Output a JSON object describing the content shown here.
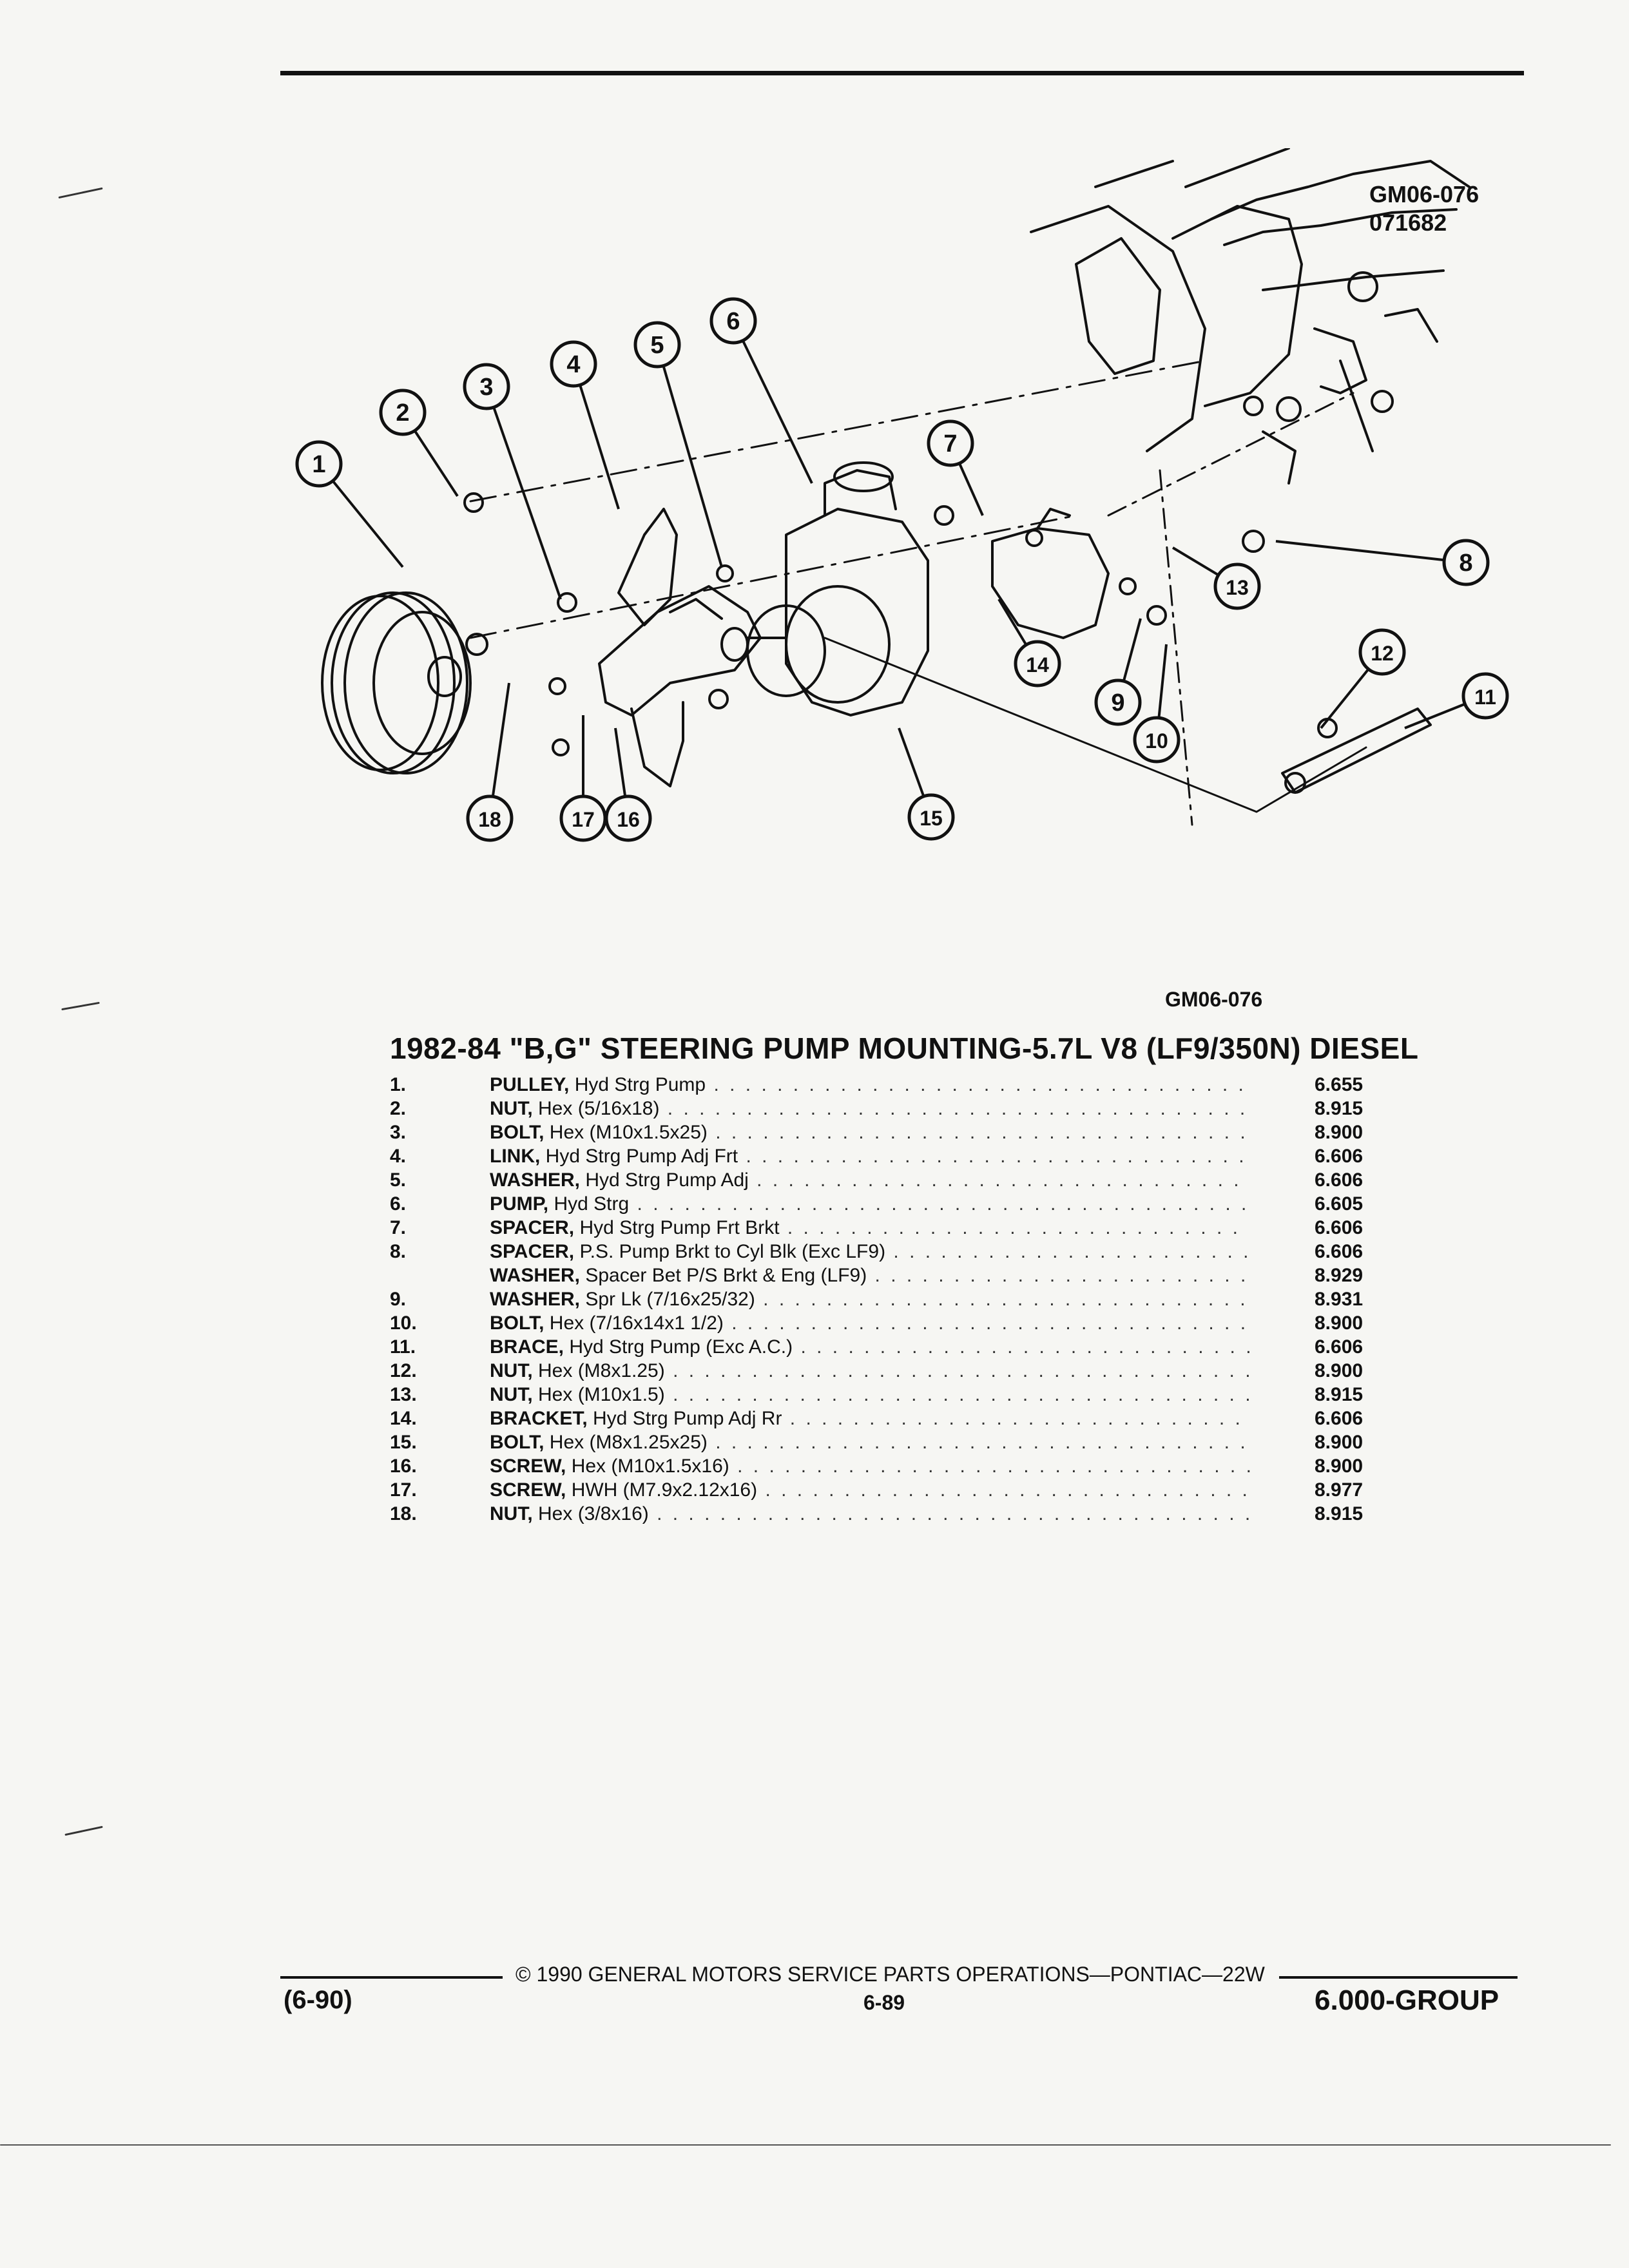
{
  "figure": {
    "id": "GM06-076",
    "date_code": "071682",
    "reference": "GM06-076",
    "callouts": [
      "1",
      "2",
      "3",
      "4",
      "5",
      "6",
      "7",
      "8",
      "9",
      "10",
      "11",
      "12",
      "13",
      "14",
      "15",
      "16",
      "17",
      "18"
    ]
  },
  "title": "1982-84 \"B,G\" STEERING PUMP MOUNTING-5.7L V8 (LF9/350N) DIESEL",
  "parts": [
    {
      "num": "1.",
      "name": "PULLEY,",
      "desc": " Hyd Strg Pump",
      "code": "6.655"
    },
    {
      "num": "2.",
      "name": "NUT,",
      "desc": " Hex (5/16x18)",
      "code": "8.915"
    },
    {
      "num": "3.",
      "name": "BOLT,",
      "desc": " Hex (M10x1.5x25)",
      "code": "8.900"
    },
    {
      "num": "4.",
      "name": "LINK,",
      "desc": " Hyd Strg Pump Adj Frt",
      "code": "6.606"
    },
    {
      "num": "5.",
      "name": "WASHER,",
      "desc": " Hyd Strg Pump Adj",
      "code": "6.606"
    },
    {
      "num": "6.",
      "name": "PUMP,",
      "desc": " Hyd Strg",
      "code": "6.605"
    },
    {
      "num": "7.",
      "name": "SPACER,",
      "desc": " Hyd Strg Pump Frt Brkt",
      "code": "6.606"
    },
    {
      "num": "8.",
      "name": "SPACER,",
      "desc": " P.S. Pump Brkt to Cyl Blk (Exc LF9)",
      "code": "6.606"
    },
    {
      "num": "",
      "name": "WASHER,",
      "desc": " Spacer Bet P/S Brkt & Eng (LF9)",
      "code": "8.929"
    },
    {
      "num": "9.",
      "name": "WASHER,",
      "desc": " Spr Lk (7/16x25/32)",
      "code": "8.931"
    },
    {
      "num": "10.",
      "name": "BOLT,",
      "desc": " Hex (7/16x14x1 1/2)",
      "code": "8.900"
    },
    {
      "num": "11.",
      "name": "BRACE,",
      "desc": " Hyd Strg Pump (Exc A.C.)",
      "code": "6.606"
    },
    {
      "num": "12.",
      "name": "NUT,",
      "desc": " Hex (M8x1.25)",
      "code": "8.900"
    },
    {
      "num": "13.",
      "name": "NUT,",
      "desc": " Hex (M10x1.5)",
      "code": "8.915"
    },
    {
      "num": "14.",
      "name": "BRACKET,",
      "desc": " Hyd Strg Pump Adj Rr",
      "code": "6.606"
    },
    {
      "num": "15.",
      "name": "BOLT,",
      "desc": " Hex (M8x1.25x25)",
      "code": "8.900"
    },
    {
      "num": "16.",
      "name": "SCREW,",
      "desc": " Hex (M10x1.5x16)",
      "code": "8.900"
    },
    {
      "num": "17.",
      "name": "SCREW,",
      "desc": " HWH (M7.9x2.12x16)",
      "code": "8.977"
    },
    {
      "num": "18.",
      "name": "NUT,",
      "desc": " Hex (3/8x16)",
      "code": "8.915"
    }
  ],
  "footer": {
    "copyright": "© 1990 GENERAL MOTORS SERVICE PARTS OPERATIONS—PONTIAC—22W",
    "date_code": "(6-90)",
    "page": "6-89",
    "group": "6.000-GROUP"
  }
}
